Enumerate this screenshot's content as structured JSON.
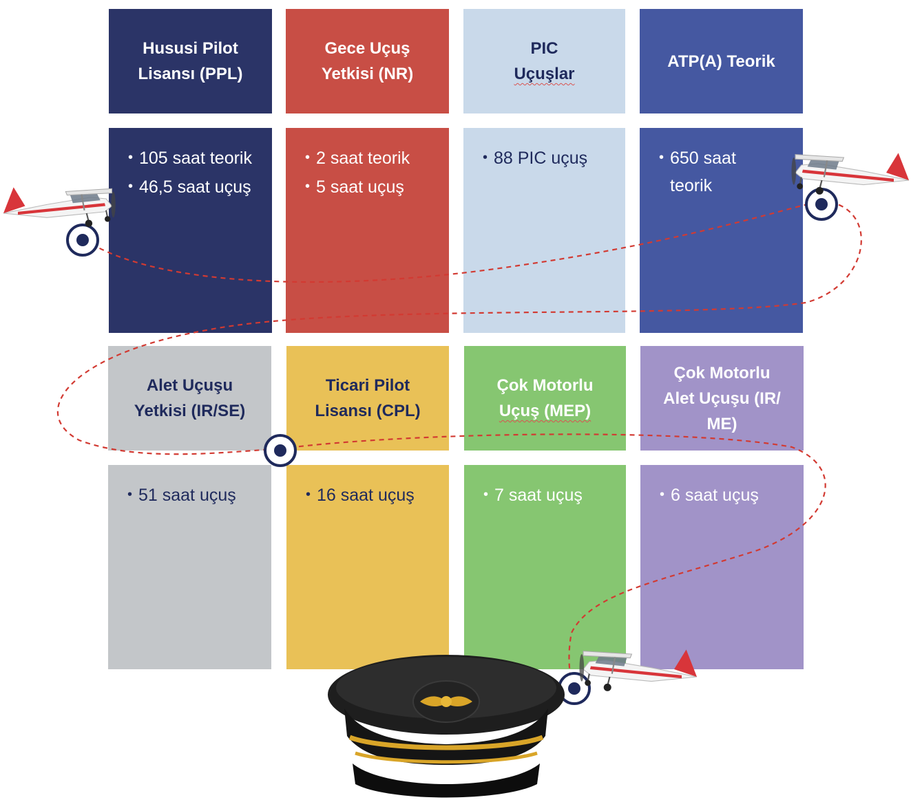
{
  "colors": {
    "ppl": "#2b3467",
    "nr": "#c84e45",
    "pic": "#c9d9ea",
    "atp": "#4558a1",
    "irse": "#c3c6c9",
    "cpl": "#e9c157",
    "mep": "#86c671",
    "irme": "#a193c8",
    "route": "#d23a32",
    "marker": "#1f2a5c",
    "plane_red": "#d8353a"
  },
  "top_row": {
    "ppl": {
      "title_line1": "Hususi Pilot",
      "title_line2": "Lisansı (PPL)",
      "items": [
        "105 saat teorik",
        "46,5 saat uçuş"
      ]
    },
    "nr": {
      "title_line1": "Gece Uçuş",
      "title_line2": "Yetkisi (NR)",
      "items": [
        "2 saat teorik",
        "5 saat uçuş"
      ]
    },
    "pic": {
      "title_line1": "PIC",
      "title_line2": "Uçuşlar",
      "items": [
        "88 PIC uçuş"
      ]
    },
    "atp": {
      "title_line1": "ATP(A) Teorik",
      "items": [
        "650 saat teorik"
      ]
    }
  },
  "bottom_row": {
    "irse": {
      "title_line1": "Alet Uçuşu",
      "title_line2": "Yetkisi (IR/SE)",
      "items": [
        "51 saat uçuş"
      ]
    },
    "cpl": {
      "title_line1": "Ticari Pilot",
      "title_line2": "Lisansı (CPL)",
      "items": [
        "16 saat uçuş"
      ]
    },
    "mep": {
      "title_line1": "Çok Motorlu",
      "title_line2": "Uçuş (MEP)",
      "items": [
        "7 saat uçuş"
      ]
    },
    "irme": {
      "title_line1": "Çok Motorlu",
      "title_line2": "Alet Uçuşu (IR/",
      "title_line3": "ME)",
      "items": [
        "6 saat uçuş"
      ]
    }
  },
  "icons": {
    "plane": "airplane-icon",
    "marker": "waypoint-marker-icon",
    "cap": "pilot-cap-icon"
  }
}
